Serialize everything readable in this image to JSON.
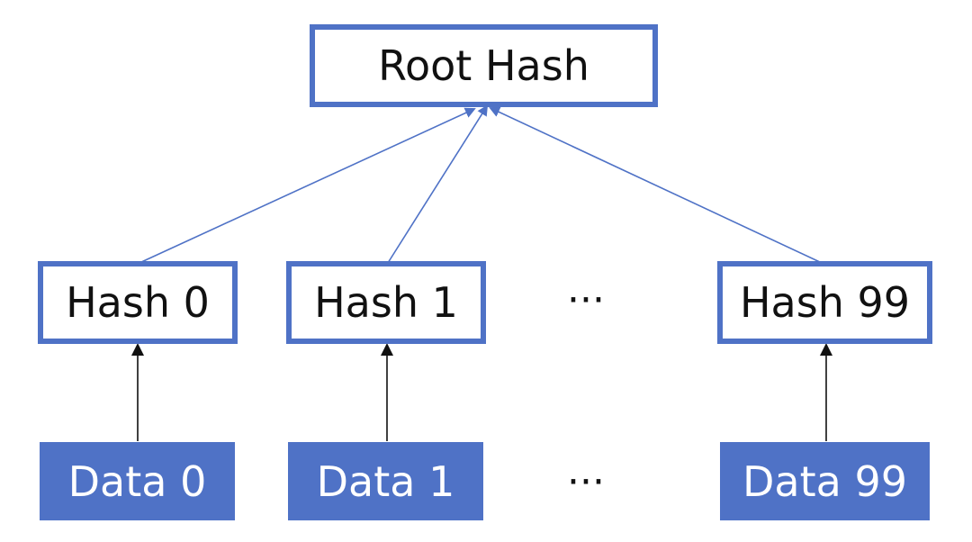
{
  "root": {
    "label": "Root Hash"
  },
  "hashes": [
    {
      "label": "Hash 0"
    },
    {
      "label": "Hash 1"
    },
    {
      "label": "Hash 99"
    }
  ],
  "data_blocks": [
    {
      "label": "Data 0"
    },
    {
      "label": "Data 1"
    },
    {
      "label": "Data 99"
    }
  ],
  "ellipsis": {
    "hash_row": "···",
    "data_row": "···"
  },
  "colors": {
    "node_blue": "#4f72c6",
    "edge_blue": "#4f72c6",
    "arrow_black": "#111111"
  }
}
